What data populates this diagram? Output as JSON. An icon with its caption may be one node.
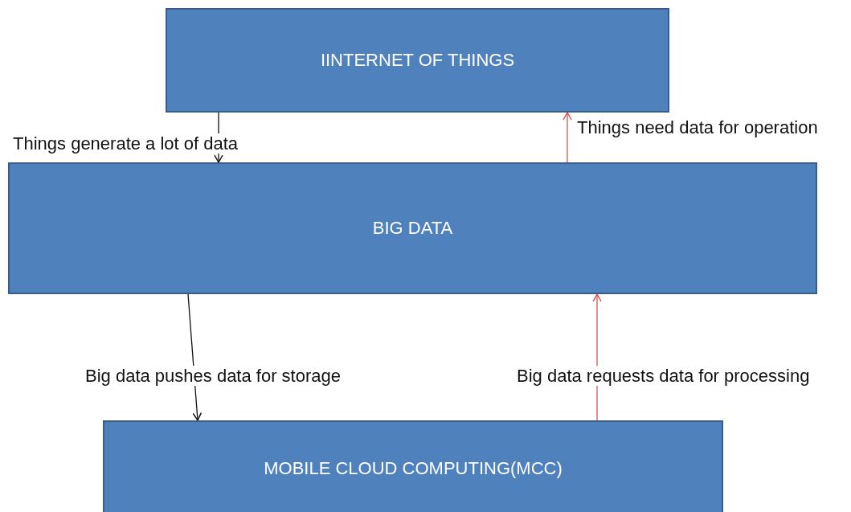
{
  "diagram": {
    "nodes": [
      {
        "text": [
          "IINTERNET OF THINGS"
        ]
      },
      {
        "text": [
          "BIG DATA"
        ]
      },
      {
        "text": [
          "MOBILE CLOUD COMPUTING(MCC)"
        ]
      }
    ],
    "edges": [
      {
        "from": 0,
        "to": 1,
        "arrow": "to",
        "label": "Things generate a lot of data"
      },
      {
        "from": 1,
        "to": 0,
        "arrow": "to",
        "label": "Things need data for operation",
        "color": "#d9534f"
      },
      {
        "from": 1,
        "to": 2,
        "arrow": "to",
        "label": "Big data pushes data for storage"
      },
      {
        "from": 2,
        "to": 1,
        "arrow": "to",
        "label": "Big data requests data for processing",
        "color": "#d9534f"
      }
    ]
  }
}
